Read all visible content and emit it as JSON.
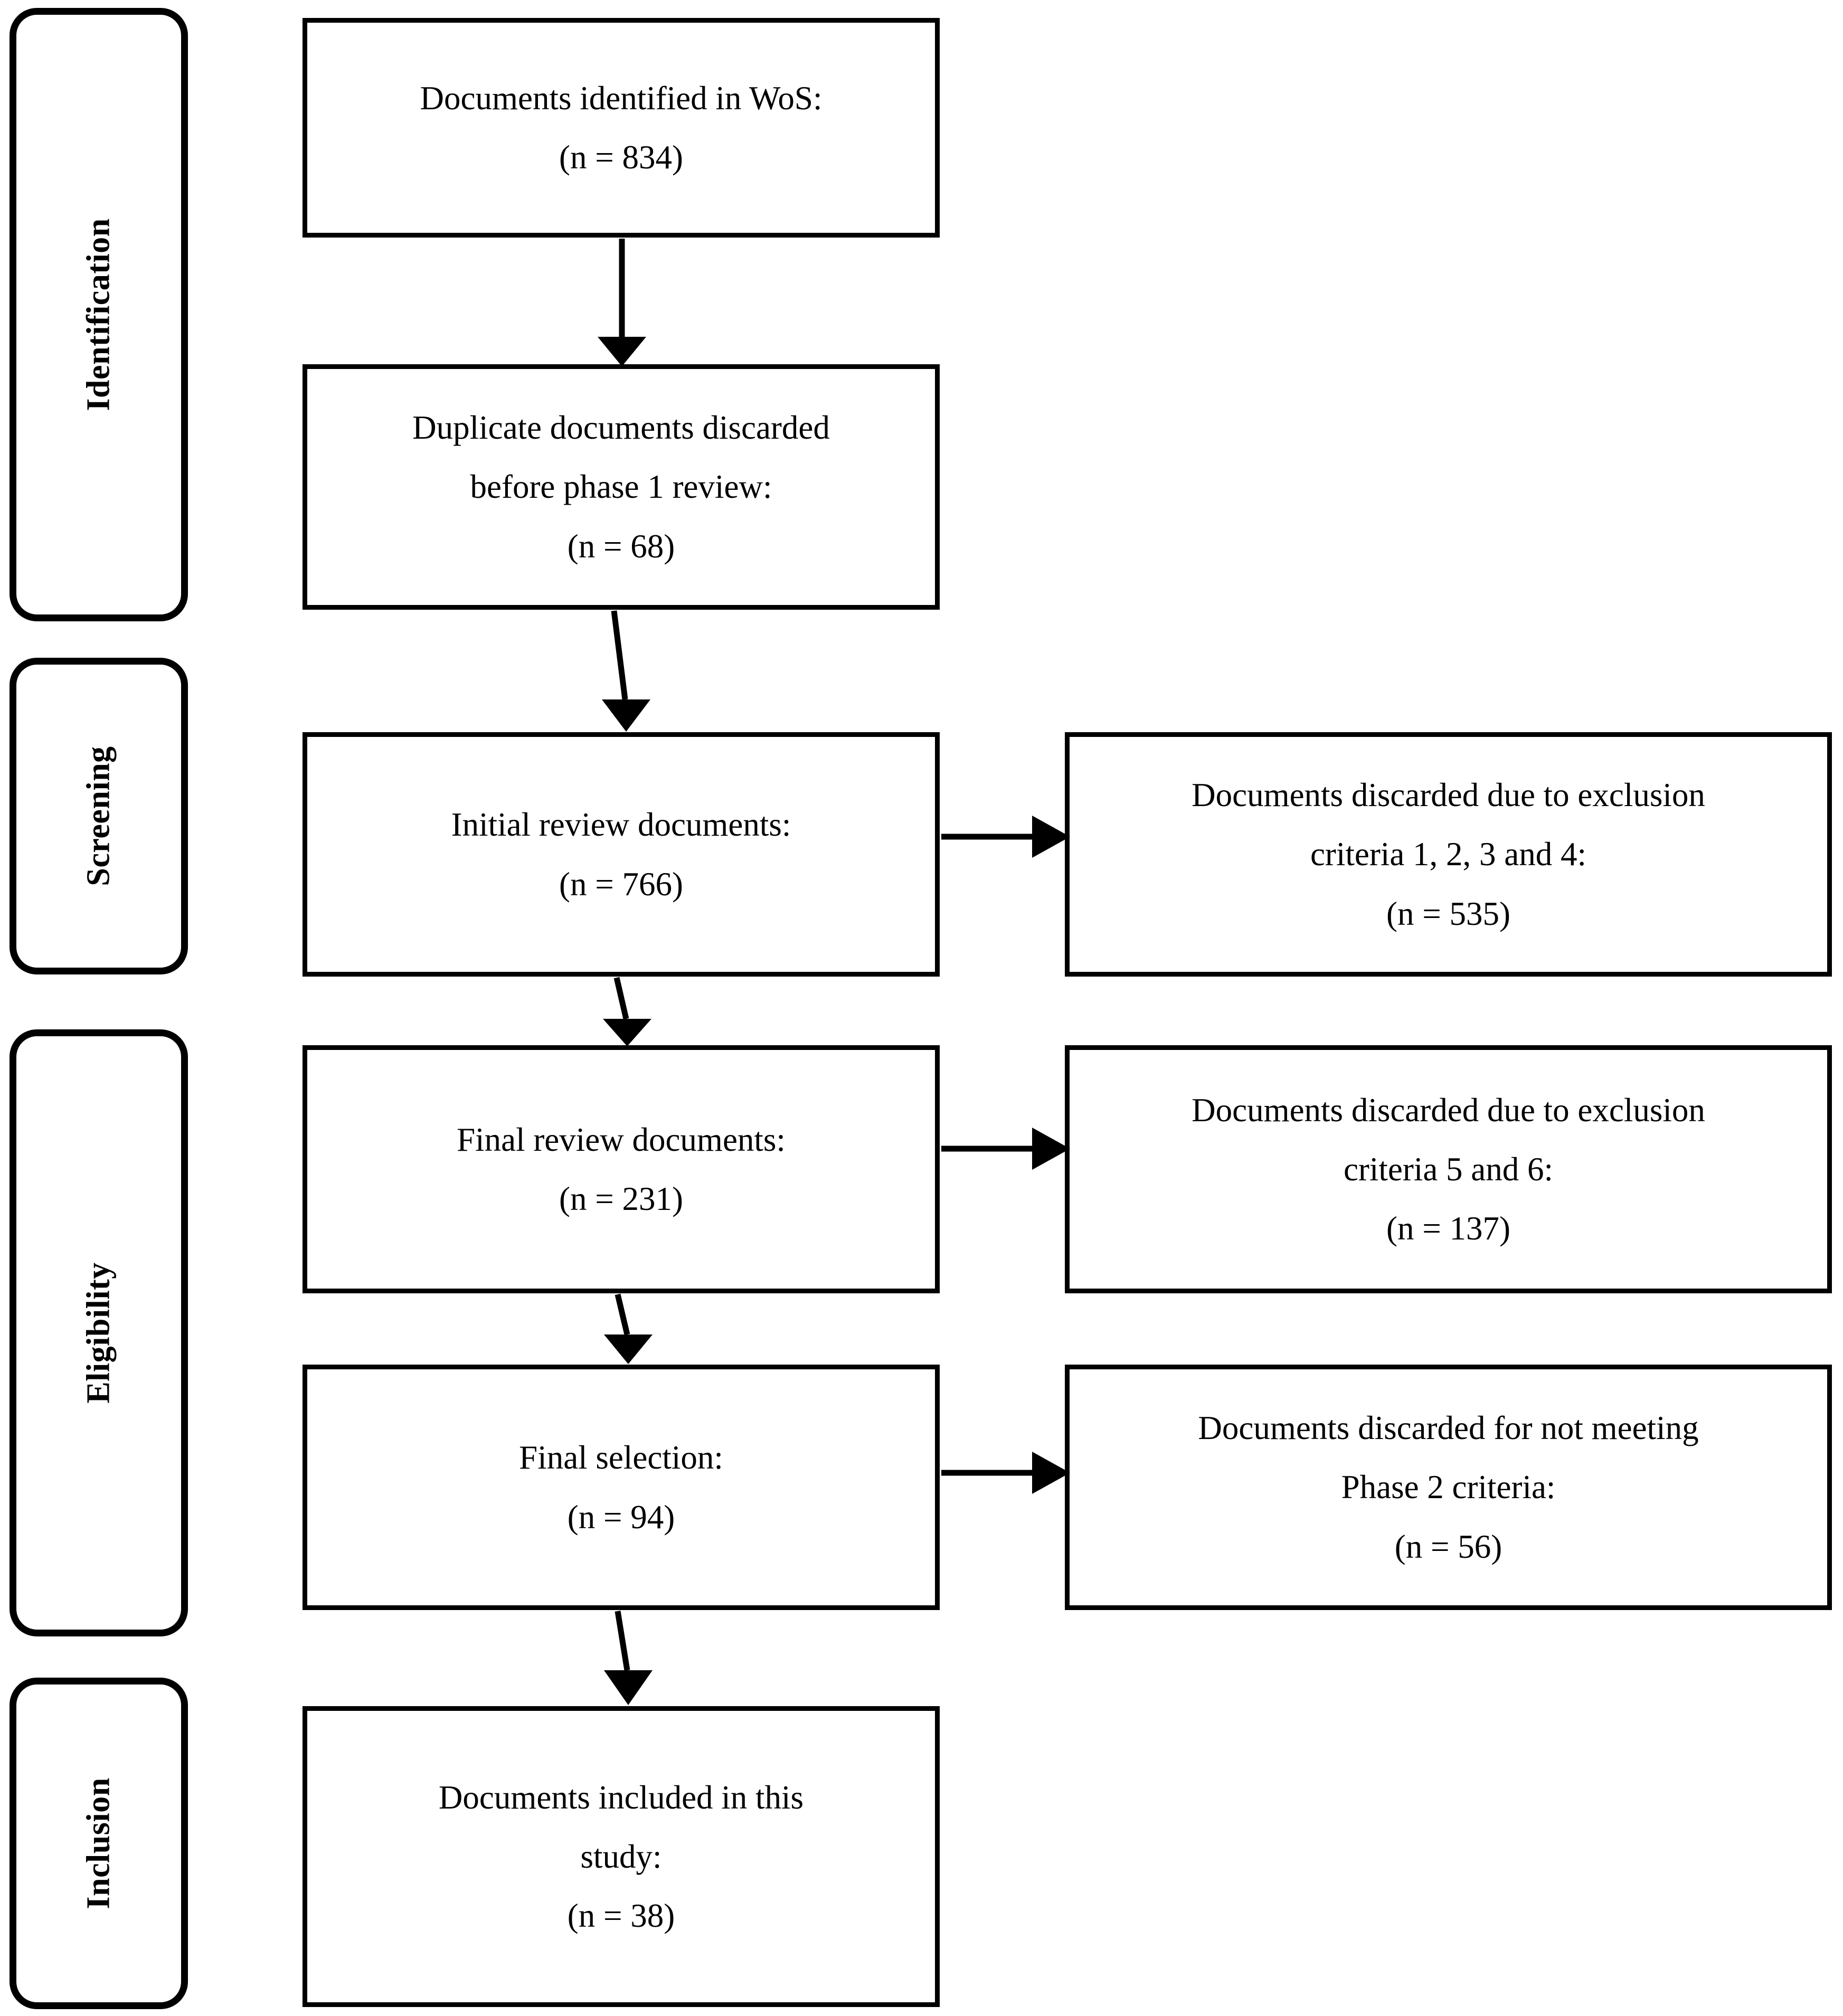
{
  "diagram": {
    "title": "PRISMA document selection flow diagram",
    "stroke_color": "#000000",
    "background_color": "#ffffff"
  },
  "stages": [
    {
      "id": "identification",
      "label": "Identification"
    },
    {
      "id": "screening",
      "label": "Screening"
    },
    {
      "id": "eligibility",
      "label": "Eligibility"
    },
    {
      "id": "inclusion",
      "label": "Inclusion"
    }
  ],
  "flow": {
    "identified": {
      "line1": "Documents identified in WoS:",
      "line2": "(n = 834)",
      "count": 834
    },
    "duplicates": {
      "line1": "Duplicate documents discarded",
      "line2": "before phase 1 review:",
      "line3": "(n = 68)",
      "count": 68
    },
    "initial_review": {
      "line1": "Initial review documents:",
      "line2": "(n = 766)",
      "count": 766
    },
    "excluded_1234": {
      "line1": "Documents discarded due to exclusion",
      "line2": "criteria 1, 2, 3 and 4:",
      "line3": "(n = 535)",
      "count": 535
    },
    "final_review": {
      "line1": "Final review documents:",
      "line2": "(n = 231)",
      "count": 231
    },
    "excluded_56": {
      "line1": "Documents discarded due to exclusion",
      "line2": "criteria 5 and 6:",
      "line3": "(n = 137)",
      "count": 137
    },
    "final_selection": {
      "line1": "Final selection:",
      "line2": "(n = 94)",
      "count": 94
    },
    "excluded_phase2": {
      "line1": "Documents discarded for not meeting",
      "line2": "Phase 2 criteria:",
      "line3": "(n = 56)",
      "count": 56
    },
    "included": {
      "line1": "Documents included in this",
      "line2": "study:",
      "line3": "(n = 38)",
      "count": 38
    }
  }
}
